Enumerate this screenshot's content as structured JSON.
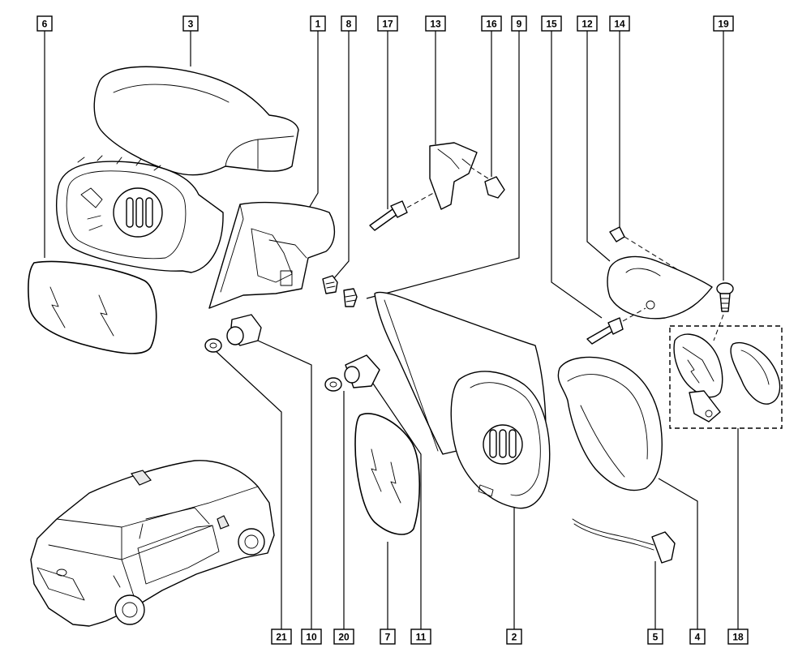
{
  "callouts": [
    {
      "id": "c6",
      "label": "6"
    },
    {
      "id": "c3",
      "label": "3"
    },
    {
      "id": "c1",
      "label": "1"
    },
    {
      "id": "c8",
      "label": "8"
    },
    {
      "id": "c17",
      "label": "17"
    },
    {
      "id": "c13",
      "label": "13"
    },
    {
      "id": "c16",
      "label": "16"
    },
    {
      "id": "c9",
      "label": "9"
    },
    {
      "id": "c15",
      "label": "15"
    },
    {
      "id": "c12",
      "label": "12"
    },
    {
      "id": "c14",
      "label": "14"
    },
    {
      "id": "c19",
      "label": "19"
    },
    {
      "id": "c21",
      "label": "21"
    },
    {
      "id": "c10",
      "label": "10"
    },
    {
      "id": "c20",
      "label": "20"
    },
    {
      "id": "c7",
      "label": "7"
    },
    {
      "id": "c11",
      "label": "11"
    },
    {
      "id": "c2",
      "label": "2"
    },
    {
      "id": "c5",
      "label": "5"
    },
    {
      "id": "c4",
      "label": "4"
    },
    {
      "id": "c18",
      "label": "18"
    }
  ]
}
